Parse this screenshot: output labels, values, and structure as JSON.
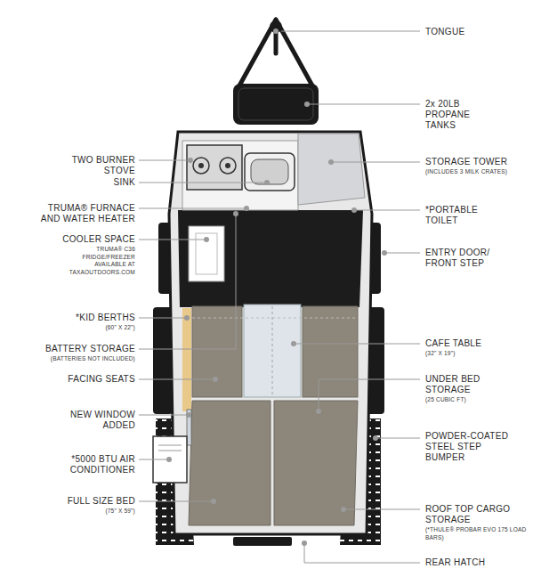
{
  "diagram": {
    "labels": [
      "TONGUE",
      "2x 20LB PROPANE TANKS",
      "STORAGE TOWER",
      "(INCLUDES 3 MILK CRATES)",
      "*PORTABLE TOILET",
      "ENTRY DOOR/ FRONT STEP",
      "CAFE TABLE",
      "(32\" X 19\")",
      "UNDER BED STORAGE",
      "(25 CUBIC FT)",
      "POWDER-COATED STEEL STEP BUMPER",
      "ROOF TOP CARGO STORAGE",
      "(*THULE® PROBAR EVO 175 LOAD BARS)",
      "REAR HATCH",
      "TWO BURNER STOVE",
      "SINK",
      "TRUMA® FURNACE AND WATER HEATER",
      "COOLER SPACE",
      "TRUMA® C36 FRIDGE/FREEZER AVAILABLE AT TAXAOUTDOORS.COM",
      "*KID BERTHS",
      "(60\" X 22\")",
      "BATTERY STORAGE",
      "(BATTERIES NOT INCLUDED)",
      "FACING SEATS",
      "NEW WINDOW ADDED",
      "*5000 BTU AIR CONDITIONER",
      "FULL SIZE BED",
      "(75\" X 59\")"
    ]
  }
}
